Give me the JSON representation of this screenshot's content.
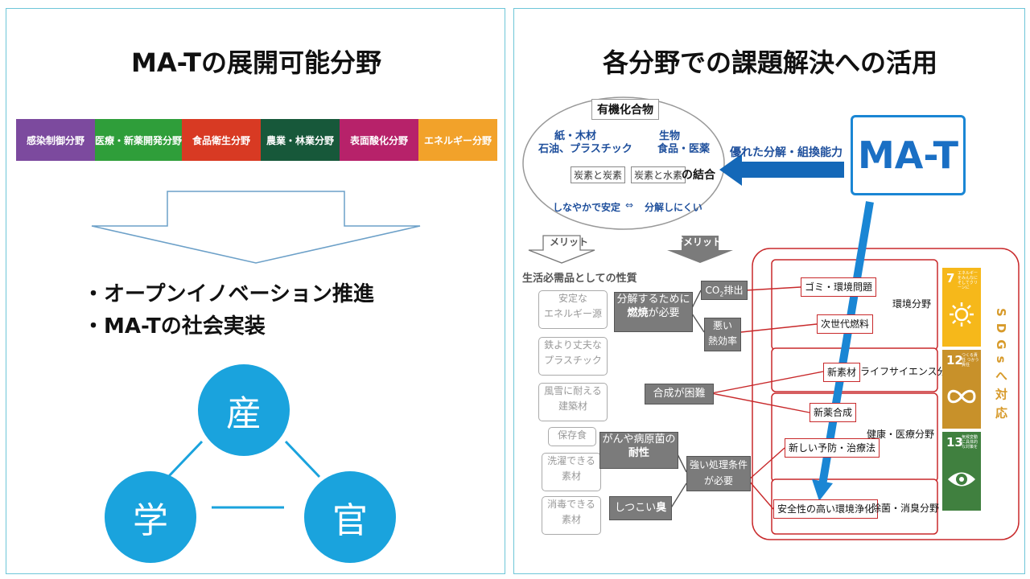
{
  "left": {
    "title": "MA-Tの展開可能分野",
    "fields": [
      {
        "label": "感染制御分野",
        "color": "#7c4a9e"
      },
      {
        "label": "医療・新薬開発分野",
        "color": "#2f9e3a"
      },
      {
        "label": "食品衛生分野",
        "color": "#d83a23"
      },
      {
        "label": "農業・林業分野",
        "color": "#17583a"
      },
      {
        "label": "表面酸化分野",
        "color": "#b7226a"
      },
      {
        "label": "エネルギー分野",
        "color": "#f2a22a"
      }
    ],
    "bullets": [
      "・オープンイノベーション推進",
      "・MA-Tの社会実装"
    ],
    "triad": {
      "top": "産",
      "left": "学",
      "right": "官"
    }
  },
  "right": {
    "title": "各分野での課題解決への活用",
    "organic": {
      "title": "有機化合物",
      "wood": "紙・木材",
      "oil": "石油、プラスチック",
      "bio": "生物",
      "food": "食品・医薬",
      "cc": "炭素と炭素",
      "ch": "炭素と水素",
      "bond": "の結合",
      "stable": "しなやかで安定",
      "arrow": "⇔",
      "hard": "分解しにくい"
    },
    "mat": "MA-T",
    "ability": "優れた分解・組換能力",
    "merit": "メリット",
    "demerit": "デメリット",
    "necessities": "生活必需品としての性質",
    "gray_items": [
      "安定な\nエネルギー源",
      "鉄より丈夫な\nプラスチック",
      "風雪に耐える\n建築材",
      "保存食",
      "洗濯できる\n素材",
      "消毒できる\n素材"
    ],
    "problems": {
      "burn_a": "分解するために",
      "burn_b": "燃焼",
      "burn_c": "が必要",
      "co2_a": "CO",
      "co2_b": "2",
      "co2_c": "排出",
      "eff": "悪い\n熱効率",
      "synth": "合成が困難",
      "resist_a": "がんや病原菌の",
      "resist_b": "耐性",
      "strong": "強い処理条件\nが必要",
      "odor_a": "しつこい",
      "odor_b": "臭い"
    },
    "solutions": [
      "ゴミ・環境問題",
      "次世代燃料",
      "新素材",
      "新薬合成",
      "新しい予防・治療法",
      "安全性の高い環境浄化"
    ],
    "domains": [
      "環境分野",
      "ライフサイエンス分野",
      "健康・医療分野",
      "除菌・消臭分野"
    ],
    "sdgs_label": "SDGsへ対応",
    "sdgs": [
      {
        "num": "7",
        "text": "エネルギーをみんなに そしてクリーンに",
        "color": "#f6b81a"
      },
      {
        "num": "12",
        "text": "つくる責任 つかう責任",
        "color": "#c8912a"
      },
      {
        "num": "13",
        "text": "気候変動に具体的な対策を",
        "color": "#40803f"
      }
    ]
  }
}
